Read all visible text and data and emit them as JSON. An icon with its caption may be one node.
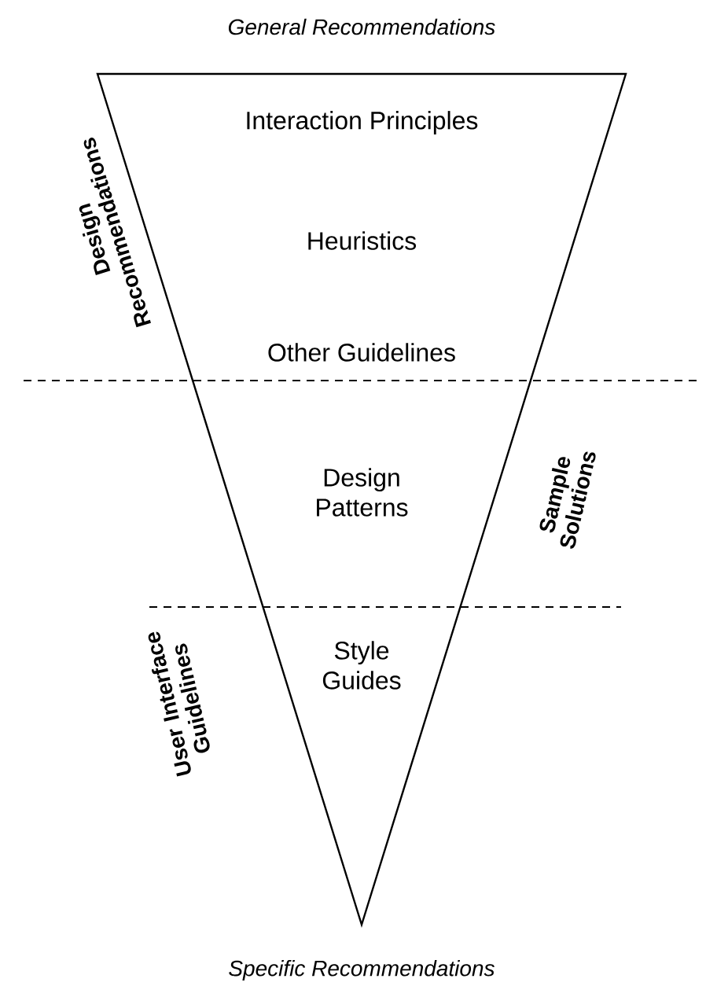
{
  "diagram": {
    "nodes": [
      {
        "text": [
          "Interaction Principles",
          "Heuristics",
          "Other Guidelines",
          "Design Patterns",
          "Style Guides"
        ],
        "beside": [
          "Design Recommendations",
          "Sample Solutions",
          "User Interface Guidelines"
        ]
      }
    ],
    "labels": [
      "General Recommendations",
      "Specific Recommendations"
    ]
  }
}
